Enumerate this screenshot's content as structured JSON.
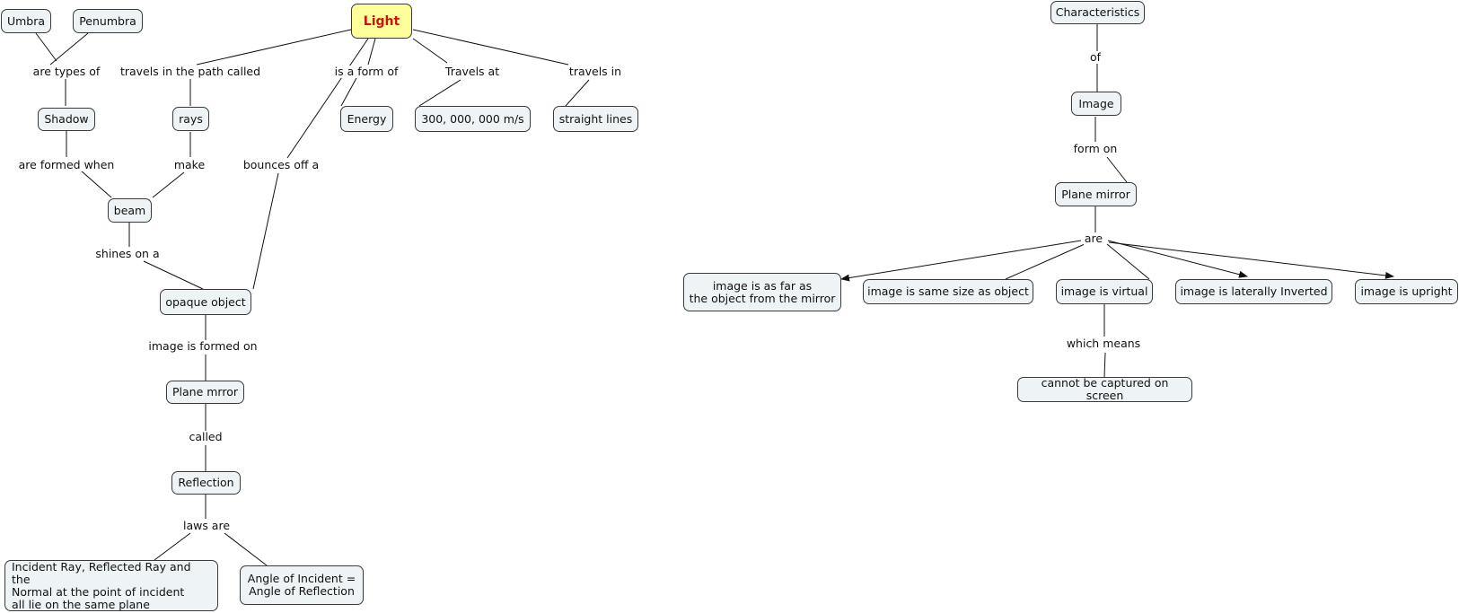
{
  "concept_map": {
    "nodes": {
      "umbra": "Umbra",
      "penumbra": "Penumbra",
      "light": "Light",
      "characteristics": "Characteristics",
      "shadow": "Shadow",
      "rays": "rays",
      "energy": "Energy",
      "speed": "300, 000, 000 m/s",
      "straight_lines": "straight lines",
      "image": "Image",
      "beam": "beam",
      "plane_mirror_right": "Plane mirror",
      "opaque_object": "opaque object",
      "image_far": "image is as far as\nthe object from the mirror",
      "image_same_size": "image is same size as object",
      "image_virtual": "image is virtual",
      "image_laterally_inverted": "image is laterally Inverted",
      "image_upright": "image is upright",
      "plane_mirror_left": "Plane mrror",
      "cannot_capture": "cannot be captured on screen",
      "reflection": "Reflection",
      "law_plane": "Incident Ray, Reflected Ray and the\nNormal at the point of incident\nall lie on the same plane",
      "law_angle": "Angle of Incident =\nAngle of Reflection"
    },
    "links": {
      "are_types_of": "are types of",
      "travels_in_path": "travels in the path called",
      "is_a_form_of": "is a form of",
      "travels_at": "Travels at",
      "travels_in": "travels in",
      "of": "of",
      "are_formed_when": "are formed when",
      "make": "make",
      "bounces_off": "bounces off a",
      "form_on": "form on",
      "shines_on": "shines on a",
      "are": "are",
      "image_formed_on": "image is formed on",
      "which_means": "which means",
      "called": "called",
      "laws_are": "laws are"
    }
  },
  "colors": {
    "node_fill": "#eef3f5",
    "root_fill": "#ffff99",
    "root_text": "#cc1111",
    "line": "#111111"
  }
}
